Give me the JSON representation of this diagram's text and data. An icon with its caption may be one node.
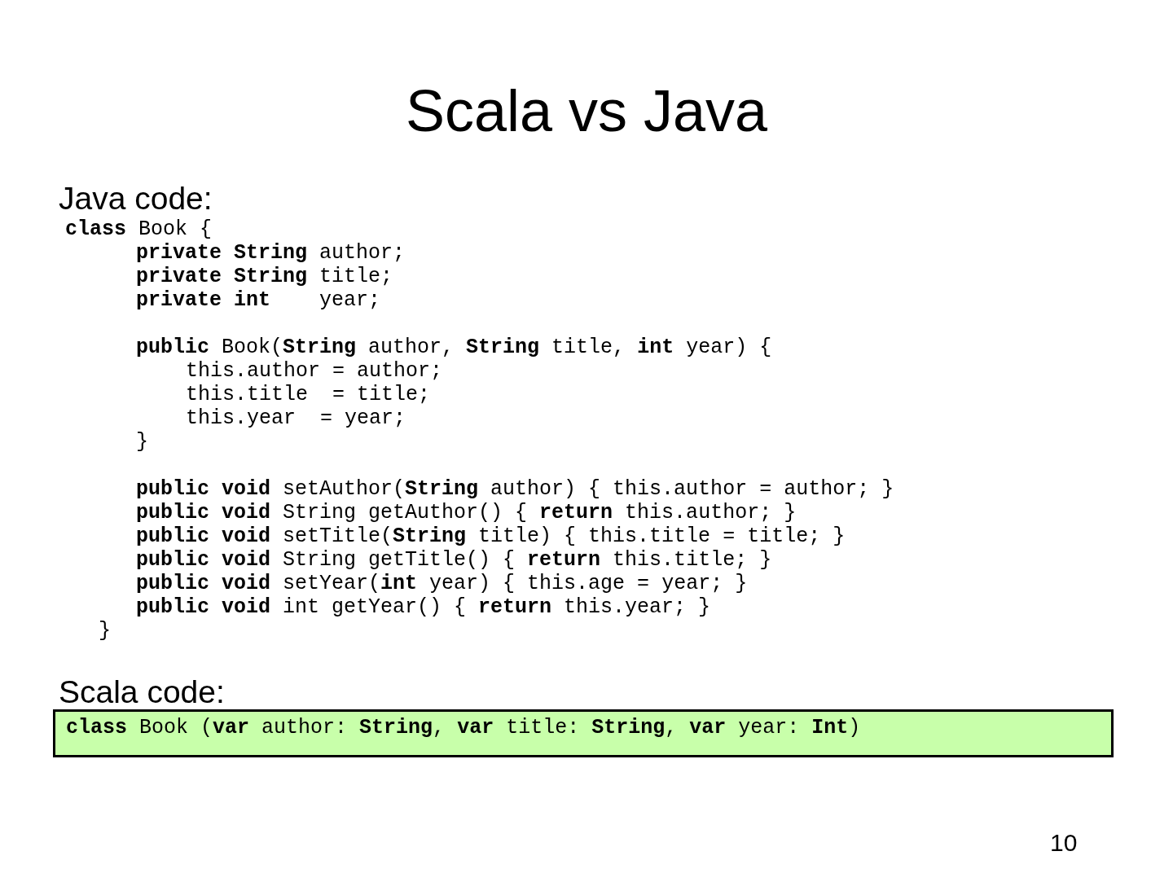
{
  "diagram": {
    "title": "Scala vs Java",
    "nodes": [
      {
        "text": [
          "**class** Book (**var** author: **String**, **var** title: **String**, **var** year: **Int**)"
        ]
      }
    ],
    "labels": [
      "Java code:",
      "**class** Book {",
      "**private String** author;",
      "**private String** title;",
      "**private int**    year;",
      "**public** Book(**String** author, **String** title, **int** year) {",
      "this.author = author;",
      "this.title  = title;",
      "this.year  = year;",
      "}",
      "**public void** setAuthor(**String** author) { this.author = author; }",
      "**public void** String getAuthor() { **return** this.author; }",
      "**public void** setTitle(**String** title) { this.title = title; }",
      "**public void** String getTitle() { **return** this.title; }",
      "**public void** setYear(**int** year) { this.age = year; }",
      "**public void** int getYear() { **return** this.year; }",
      "}",
      "Scala code:",
      "10"
    ]
  }
}
